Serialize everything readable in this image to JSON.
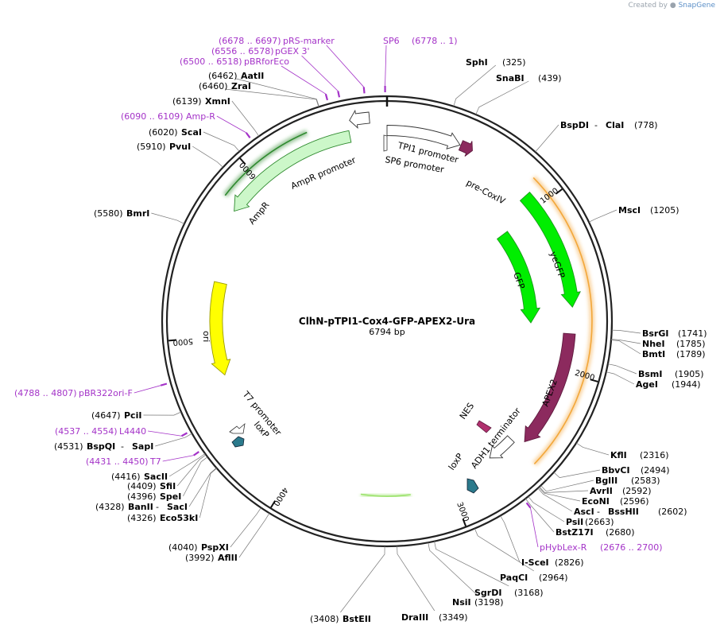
{
  "branding": {
    "prefix": "Created by",
    "app": "SnapGene"
  },
  "plasmid": {
    "name": "ClhN-pTPI1-Cox4-GFP-APEX2-Ura",
    "length": 6794,
    "length_label": "6794 bp"
  },
  "ruler_ticks": [
    {
      "bp": 1000,
      "label": "1000"
    },
    {
      "bp": 2000,
      "label": "2000"
    },
    {
      "bp": 3000,
      "label": "3000"
    },
    {
      "bp": 4000,
      "label": "4000"
    },
    {
      "bp": 5000,
      "label": "5000"
    },
    {
      "bp": 6000,
      "label": "6000"
    }
  ],
  "features": [
    {
      "name": "AmpR promoter",
      "start": 6700,
      "end": 6594,
      "color": "#ffffff",
      "stroke": "#333333",
      "r": 257,
      "w": 14,
      "arrow": true
    },
    {
      "name": "AmpR",
      "start": 6580,
      "end": 5770,
      "color": "#ccf7c9",
      "stroke": "#2f8a2f",
      "r": 237,
      "w": 15,
      "arrow": true
    },
    {
      "name": "ori",
      "start": 5340,
      "end": 4750,
      "color": "#ffff00",
      "stroke": "#9a9a00",
      "r": 215,
      "w": 16,
      "arrow": true
    },
    {
      "name": "TPI1 promoter",
      "start": 0,
      "end": 425,
      "color": "#ffffff",
      "stroke": "#333333",
      "r": 240,
      "w": 13,
      "arrow": true
    },
    {
      "name": "pre-CoxIV",
      "start": 430,
      "end": 502,
      "color": "#8c2a5e",
      "stroke": "#5e1a3e",
      "r": 240,
      "w": 13,
      "arrow": true
    },
    {
      "name": "yeGFP",
      "start": 903,
      "end": 1616,
      "color": "#00ee00",
      "stroke": "#1a9a1a",
      "r": 234,
      "w": 16,
      "arrow": true
    },
    {
      "name": "GFP",
      "start": 1005,
      "end": 1710,
      "color": "#00ee00",
      "stroke": "#1a9a1a",
      "r": 181,
      "w": 16,
      "arrow": true
    },
    {
      "name": "APEX2",
      "start": 1772,
      "end": 2476,
      "color": "#8c2a5e",
      "stroke": "#5e1a3e",
      "r": 230,
      "w": 15,
      "arrow": true
    },
    {
      "name": "ADH1 terminator",
      "start": 2520,
      "end": 2700,
      "color": "#ffffff",
      "stroke": "#333333",
      "r": 215,
      "w": 12,
      "arrow": true
    }
  ],
  "regions": [
    {
      "name": "pRS-marker",
      "start": 860,
      "end": 2530,
      "color": "#f3a73a"
    },
    {
      "name": "lacZ-fragment",
      "start": 3250,
      "end": 3560,
      "color": "#9be26b"
    },
    {
      "name": "AmpR-outline",
      "start": 5810,
      "end": 6360,
      "color": "#2f8a2f"
    }
  ],
  "inner_labels": [
    {
      "id": "sp6-promoter",
      "text": "SP6 promoter"
    },
    {
      "id": "tpi1-promoter",
      "text": "TPI1 promoter"
    },
    {
      "id": "pre-coxiv",
      "text": "pre-CoxIV"
    },
    {
      "id": "yegfp",
      "text": "yeGFP"
    },
    {
      "id": "gfp",
      "text": "GFP"
    },
    {
      "id": "apex2",
      "text": "APEX2"
    },
    {
      "id": "nes",
      "text": "NES"
    },
    {
      "id": "adh1-terminator",
      "text": "ADH1 terminator"
    },
    {
      "id": "loxp-right",
      "text": "loxP"
    },
    {
      "id": "t7-promoter",
      "text": "T7 promoter"
    },
    {
      "id": "loxp-left",
      "text": "loxP"
    },
    {
      "id": "ori",
      "text": "ori"
    },
    {
      "id": "ampr",
      "text": "AmpR"
    },
    {
      "id": "ampr-promoter",
      "text": "AmpR promoter"
    }
  ],
  "sites": [
    {
      "name": "SphI",
      "pos": "(325)",
      "bp": 325
    },
    {
      "name": "SnaBI",
      "pos": "(439)",
      "bp": 439
    },
    {
      "name": "BspDI",
      "sep": " - ",
      "name2": "ClaI",
      "pos": "(778)",
      "bp": 778
    },
    {
      "name": "MscI",
      "pos": "(1205)",
      "bp": 1205
    },
    {
      "name": "BsrGI",
      "pos": "(1741)",
      "bp": 1741
    },
    {
      "name": "NheI",
      "pos": "(1785)",
      "bp": 1785
    },
    {
      "name": "BmtI",
      "pos": "(1789)",
      "bp": 1789
    },
    {
      "name": "BsmI",
      "pos": "(1905)",
      "bp": 1905
    },
    {
      "name": "AgeI",
      "pos": "(1944)",
      "bp": 1944
    },
    {
      "name": "KflI",
      "pos": "(2316)",
      "bp": 2316
    },
    {
      "name": "BbvCI",
      "pos": "(2494)",
      "bp": 2494
    },
    {
      "name": "BglII",
      "pos": "(2583)",
      "bp": 2583
    },
    {
      "name": "AvrII",
      "pos": "(2592)",
      "bp": 2592
    },
    {
      "name": "EcoNI",
      "pos": "(2596)",
      "bp": 2596
    },
    {
      "name": "AscI",
      "sep": " - ",
      "name2": "BssHII",
      "pos": "(2602)",
      "bp": 2602
    },
    {
      "name": "PsiI",
      "pos": "(2663)",
      "bp": 2663
    },
    {
      "name": "BstZ17I",
      "pos": "(2680)",
      "bp": 2680
    },
    {
      "name": "I-SceI",
      "pos": "(2826)",
      "bp": 2826
    },
    {
      "name": "PaqCI",
      "pos": "(2964)",
      "bp": 2964
    },
    {
      "name": "SgrDI",
      "pos": "(3168)",
      "bp": 3168
    },
    {
      "name": "NsiI",
      "pos": "(3198)",
      "bp": 3198
    },
    {
      "name": "DraIII",
      "pos": "(3349)",
      "bp": 3349
    },
    {
      "name": "BstEII",
      "pos": "(3408)",
      "bp": 3408
    },
    {
      "name": "AflII",
      "pos": "(3992)",
      "bp": 3992
    },
    {
      "name": "PspXI",
      "pos": "(4040)",
      "bp": 4040
    },
    {
      "name": "Eco53kI",
      "pos": "(4326)",
      "bp": 4326
    },
    {
      "name": "BanII",
      "sep": " - ",
      "name2": "SacI",
      "pos": "(4328)",
      "bp": 4328
    },
    {
      "name": "SpeI",
      "pos": "(4396)",
      "bp": 4396
    },
    {
      "name": "SfiI",
      "pos": "(4409)",
      "bp": 4409
    },
    {
      "name": "SacII",
      "pos": "(4416)",
      "bp": 4416
    },
    {
      "name": "BspQI",
      "sep": " - ",
      "name2": "SapI",
      "pos": "(4531)",
      "bp": 4531
    },
    {
      "name": "PciI",
      "pos": "(4647)",
      "bp": 4647
    },
    {
      "name": "BmrI",
      "pos": "(5580)",
      "bp": 5580
    },
    {
      "name": "PvuI",
      "pos": "(5910)",
      "bp": 5910
    },
    {
      "name": "ScaI",
      "pos": "(6020)",
      "bp": 6020
    },
    {
      "name": "XmnI",
      "pos": "(6139)",
      "bp": 6139
    },
    {
      "name": "ZraI",
      "pos": "(6460)",
      "bp": 6460
    },
    {
      "name": "AatII",
      "pos": "(6462)",
      "bp": 6462
    }
  ],
  "primers": [
    {
      "name": "SP6",
      "pos": "(6778 .. 1)",
      "bp": 6785
    },
    {
      "name": "pRS-marker",
      "pos": "(6678 .. 6697)",
      "bp": 6687
    },
    {
      "name": "pGEX 3'",
      "pos": "(6556 .. 6578)",
      "bp": 6567
    },
    {
      "name": "pBRforEco",
      "pos": "(6500 .. 6518)",
      "bp": 6509
    },
    {
      "name": "Amp-R",
      "pos": "(6090 .. 6109)",
      "bp": 6100
    },
    {
      "name": "pBR322ori-F",
      "pos": "(4788 .. 4807)",
      "bp": 4797
    },
    {
      "name": "L4440",
      "pos": "(4537 .. 4554)",
      "bp": 4545
    },
    {
      "name": "T7",
      "pos": "(4431 .. 4450)",
      "bp": 4440
    },
    {
      "name": "pHybLex-R",
      "pos": "(2676 .. 2700)",
      "bp": 2688
    }
  ]
}
